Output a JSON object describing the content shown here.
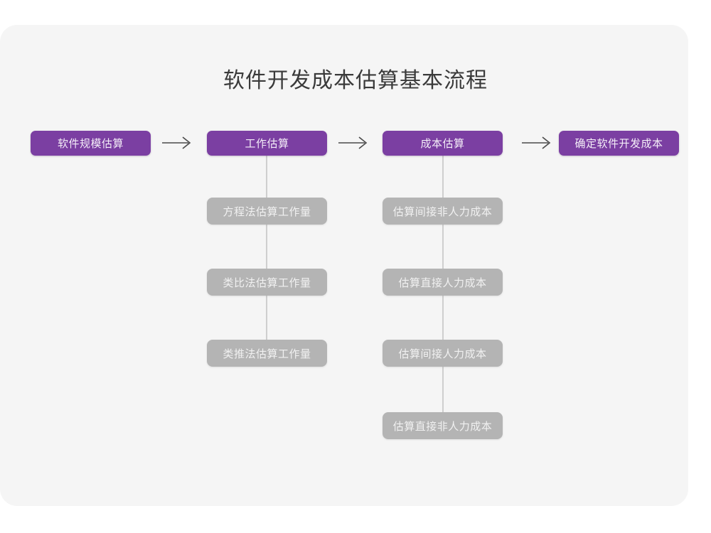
{
  "diagram": {
    "title": "软件开发成本估算基本流程",
    "colors": {
      "card_background": "#f5f5f5",
      "page_background": "#ffffff",
      "primary_node": "#7b3fa2",
      "primary_node_text": "#f4eef8",
      "sub_node": "#b4b4b4",
      "sub_node_text": "#f1f1f1",
      "connector": "#cfcfcf",
      "arrow": "#4a4a4a",
      "title_text": "#3a3a3a"
    },
    "arrows": [
      {
        "glyph": "→",
        "name": "arrow-step-1-to-2"
      },
      {
        "glyph": "→",
        "name": "arrow-step-2-to-3"
      },
      {
        "glyph": "→",
        "name": "arrow-step-3-to-4"
      }
    ],
    "steps": [
      {
        "label": "软件规模估算",
        "children": []
      },
      {
        "label": "工作估算",
        "children": [
          "方程法估算工作量",
          "类比法估算工作量",
          "类推法估算工作量"
        ]
      },
      {
        "label": "成本估算",
        "children": [
          "估算间接非人力成本",
          "估算直接人力成本",
          "估算间接人力成本",
          "估算直接非人力成本"
        ]
      },
      {
        "label": "确定软件开发成本",
        "children": []
      }
    ]
  }
}
